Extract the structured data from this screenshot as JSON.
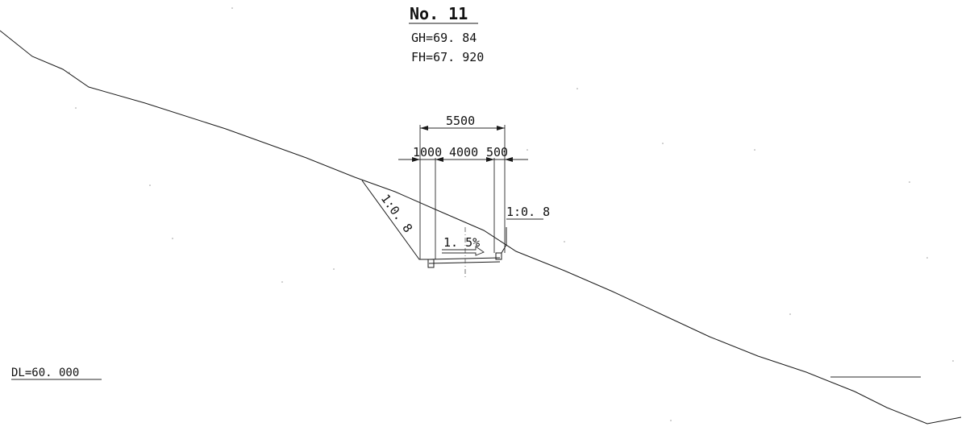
{
  "header": {
    "station": "No. 11",
    "ground_height": "GH=69. 84",
    "formation_height": "FH=67. 920"
  },
  "dimensions": {
    "total_width": "5500",
    "left_width": "1000",
    "center_width": "4000",
    "right_width": "500"
  },
  "slopes": {
    "cut_left": "1:0. 8",
    "cut_right": "1:0. 8",
    "crossfall": "1. 5%"
  },
  "datum": {
    "label": "DL=60. 000"
  }
}
